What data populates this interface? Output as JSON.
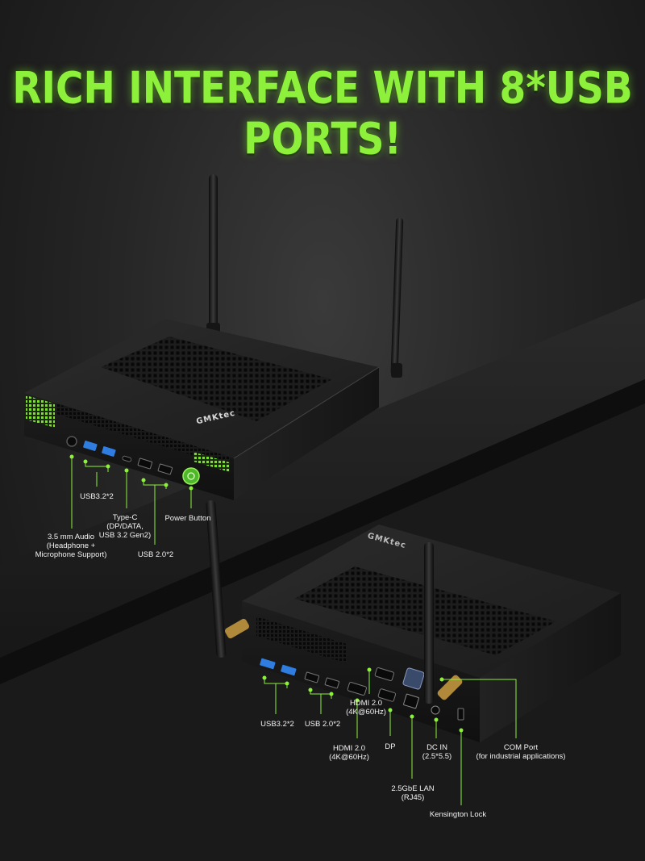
{
  "headline": "RICH INTERFACE WITH 8*USB PORTS!",
  "brand": "GMKtec",
  "colors": {
    "accent": "#8df03a",
    "usb3_port": "#2f7de0",
    "callout_line": "#8df03a",
    "label_text": "#f2f2f2"
  },
  "front_panel": {
    "audio": {
      "line1": "3.5 mm Audio",
      "line2": "(Headphone +",
      "line3": "Microphone Support)"
    },
    "usb32": "USB3.2*2",
    "typec": {
      "line1": "Type-C",
      "line2": "(DP/DATA,",
      "line3": "USB 3.2 Gen2)"
    },
    "usb20": "USB 2.0*2",
    "power": "Power Button"
  },
  "rear_panel": {
    "usb32": "USB3.2*2",
    "usb20": "USB 2.0*2",
    "hdmi_low": {
      "line1": "HDMI 2.0",
      "line2": "(4K@60Hz)"
    },
    "hdmi_high": {
      "line1": "HDMI 2.0",
      "line2": "(4K@60Hz)"
    },
    "dp": "DP",
    "lan": {
      "line1": "2.5GbE LAN",
      "line2": "(RJ45)"
    },
    "dcin": {
      "line1": "DC IN",
      "line2": "(2.5*5.5)"
    },
    "com": {
      "line1": "COM Port",
      "line2": "(for industrial applications)"
    },
    "kensington": "Kensington Lock"
  },
  "icons": [
    "usb-icon",
    "power-icon",
    "audio-jack-icon",
    "hdmi-icon",
    "ethernet-icon",
    "antenna-icon"
  ]
}
